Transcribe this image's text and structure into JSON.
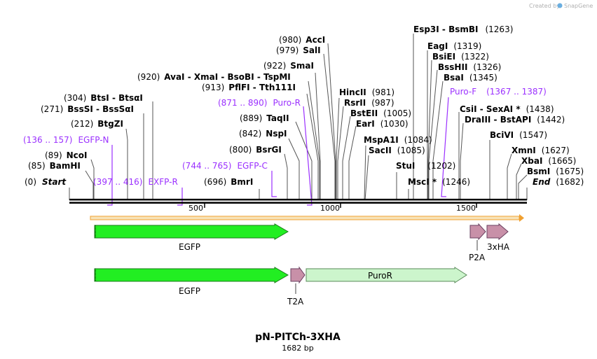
{
  "credit": {
    "text": "Created by",
    "brand": "SnapGene"
  },
  "map": {
    "name": "pN-PITCh-3XHA",
    "length_label": "1682 bp",
    "length": 1682,
    "ticks": [
      {
        "pos": 500,
        "label": "500"
      },
      {
        "pos": 1000,
        "label": "1000"
      },
      {
        "pos": 1500,
        "label": "1500"
      }
    ]
  },
  "sites": [
    {
      "id": "start",
      "pos_label": "(0)",
      "name": "Start",
      "italic": true
    },
    {
      "id": "bamhi",
      "pos_label": "(85)",
      "name": "BamHI"
    },
    {
      "id": "ncoi",
      "pos_label": "(89)",
      "name": "NcoI"
    },
    {
      "id": "btgzi",
      "pos_label": "(212)",
      "name": "BtgZI"
    },
    {
      "id": "bsssi",
      "pos_label": "(271)",
      "name": "BssSI  -  BssSαI"
    },
    {
      "id": "btsi",
      "pos_label": "(304)",
      "name": "BtsI  -  BtsαI"
    },
    {
      "id": "bmri",
      "pos_label": "(696)",
      "name": "BmrI"
    },
    {
      "id": "bsrgi",
      "pos_label": "(800)",
      "name": "BsrGI"
    },
    {
      "id": "nspi",
      "pos_label": "(842)",
      "name": "NspI"
    },
    {
      "id": "taqii",
      "pos_label": "(889)",
      "name": "TaqII"
    },
    {
      "id": "pflfi",
      "pos_label": "(913)",
      "name": "PflFI  -  Tth111I"
    },
    {
      "id": "avai",
      "pos_label": "(920)",
      "name": "AvaI   -  XmaI   -  BsoBI  -  TspMI"
    },
    {
      "id": "smai",
      "pos_label": "(922)",
      "name": "SmaI"
    },
    {
      "id": "sali",
      "pos_label": "(979)",
      "name": "SalI"
    },
    {
      "id": "acci",
      "pos_label": "(980)",
      "name": "AccI"
    },
    {
      "id": "hincii",
      "pos_label": "(981)",
      "name": "HincII"
    },
    {
      "id": "rsrii",
      "pos_label": "(987)",
      "name": "RsrII"
    },
    {
      "id": "bsteii",
      "pos_label": "(1005)",
      "name": "BstEII"
    },
    {
      "id": "eari",
      "pos_label": "(1030)",
      "name": "EarI"
    },
    {
      "id": "mspa1i",
      "pos_label": "(1084)",
      "name": "MspA1I"
    },
    {
      "id": "sacii",
      "pos_label": "(1085)",
      "name": "SacII"
    },
    {
      "id": "stui",
      "pos_label": "(1202)",
      "name": "StuI"
    },
    {
      "id": "msci",
      "pos_label": "(1246)",
      "name": "MscI *"
    },
    {
      "id": "esp3i",
      "pos_label": "(1263)",
      "name": "Esp3I  -  BsmBI"
    },
    {
      "id": "eagi",
      "pos_label": "(1319)",
      "name": "EagI"
    },
    {
      "id": "bsiei",
      "pos_label": "(1322)",
      "name": "BsiEI"
    },
    {
      "id": "bsshii",
      "pos_label": "(1326)",
      "name": "BssHII"
    },
    {
      "id": "bsai",
      "pos_label": "(1345)",
      "name": "BsaI"
    },
    {
      "id": "csii",
      "pos_label": "(1438)",
      "name": "CsiI  -  SexAI *"
    },
    {
      "id": "draiii",
      "pos_label": "(1442)",
      "name": "DraIII  -  BstAPI"
    },
    {
      "id": "bcivi",
      "pos_label": "(1547)",
      "name": "BciVI"
    },
    {
      "id": "xmni",
      "pos_label": "(1627)",
      "name": "XmnI"
    },
    {
      "id": "xbai",
      "pos_label": "(1665)",
      "name": "XbaI"
    },
    {
      "id": "bsmi",
      "pos_label": "(1675)",
      "name": "BsmI"
    },
    {
      "id": "end",
      "pos_label": "(1682)",
      "name": "End",
      "italic": true
    }
  ],
  "primers": [
    {
      "id": "egfp-n",
      "range": "(136 .. 157)",
      "name": "EGFP-N"
    },
    {
      "id": "exfp-r",
      "range": "(397 .. 416)",
      "name": "EXFP-R"
    },
    {
      "id": "egfp-c",
      "range": "(744 .. 765)",
      "name": "EGFP-C"
    },
    {
      "id": "puro-r",
      "range": "(871 .. 890)",
      "name": "Puro-R"
    },
    {
      "id": "puro-f",
      "range": "(1367 .. 1387)",
      "name": "Puro-F"
    }
  ],
  "features": [
    {
      "id": "egfp-1",
      "label": "EGFP",
      "color": "#22ee22"
    },
    {
      "id": "p2a",
      "label": "P2A",
      "color": "#c890a8"
    },
    {
      "id": "3xha",
      "label": "3xHA",
      "color": "#c890a8"
    },
    {
      "id": "egfp-2",
      "label": "EGFP",
      "color": "#22ee22"
    },
    {
      "id": "t2a",
      "label": "T2A",
      "color": "#c890a8"
    },
    {
      "id": "puror",
      "label": "PuroR",
      "color": "#ccf5cc"
    }
  ],
  "colors": {
    "primer": "#9b30ff",
    "orf": "#f0a030",
    "backbone": "#000000"
  }
}
